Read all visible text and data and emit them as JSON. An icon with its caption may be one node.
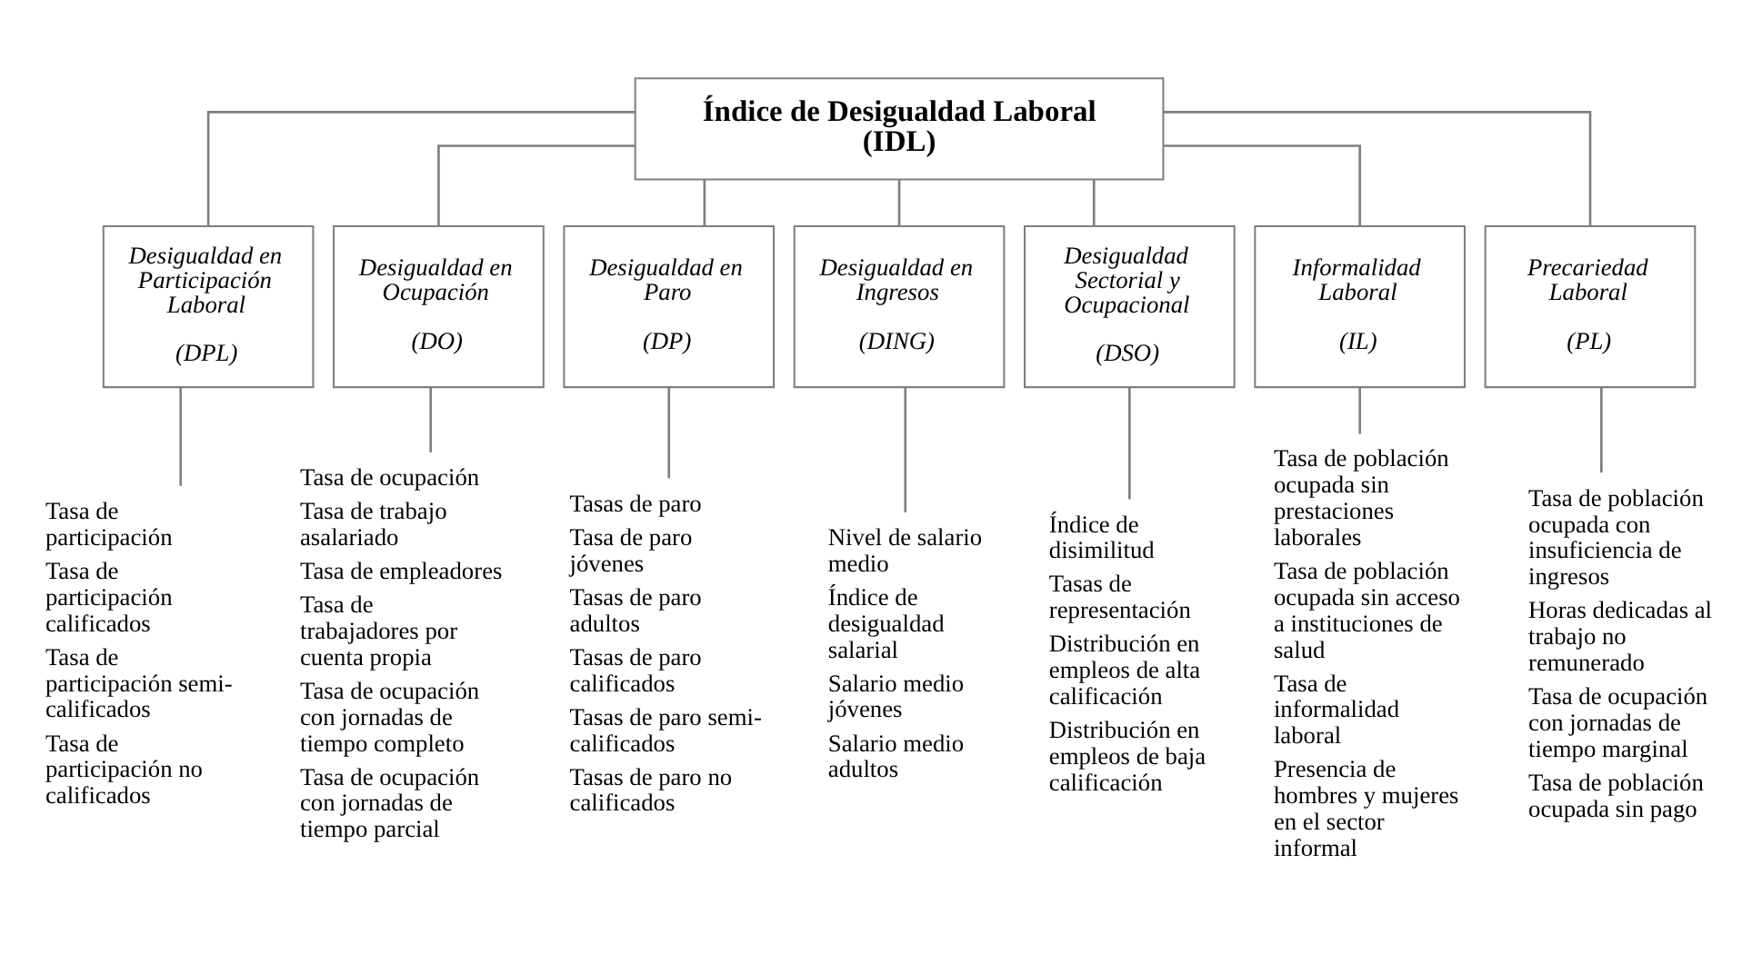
{
  "diagram": {
    "nodes": [
      {
        "text": [
          "Índice de Desigualdad Laboral",
          "(IDL)"
        ]
      },
      {
        "text": [
          "Desigualdad en Participación Laboral",
          "(DPL)"
        ]
      },
      {
        "text": [
          "Desigualdad en Ocupación",
          "(DO)"
        ]
      },
      {
        "text": [
          "Desigualdad en Paro",
          "(DP)"
        ]
      },
      {
        "text": [
          "Desigualdad en Ingresos",
          "(DING)"
        ]
      },
      {
        "text": [
          "Desigualdad Sectorial y Ocupacional",
          "(DSO)"
        ]
      },
      {
        "text": [
          "Informalidad Laboral",
          "(IL)"
        ]
      },
      {
        "text": [
          "Precariedad Laboral",
          "(PL)"
        ]
      },
      {
        "text": [
          "Tasa de participación",
          "Tasa de participación calificados",
          "Tasa de participación semi-calificados",
          "Tasa de participación no calificados"
        ]
      },
      {
        "text": [
          "Tasa de ocupación",
          "Tasa de trabajo asalariado",
          "Tasa de empleadores",
          "Tasa de trabajadores por cuenta propia",
          "Tasa de ocupación con jornadas de tiempo completo",
          "Tasa de ocupación con jornadas de tiempo parcial"
        ]
      },
      {
        "text": [
          "Tasas de paro",
          "Tasa de paro jóvenes",
          "Tasas de paro adultos",
          "Tasas de paro calificados",
          "Tasas de paro semi-calificados",
          "Tasas de paro no calificados"
        ]
      },
      {
        "text": [
          "Nivel de salario medio",
          "Índice de desigualdad salarial",
          "Salario medio jóvenes",
          "Salario medio adultos"
        ]
      },
      {
        "text": [
          "Índice de disimilitud",
          "Tasas de representación",
          "Distribución en empleos de alta calificación",
          "Distribución en empleos de baja calificación"
        ]
      },
      {
        "text": [
          "Tasa de población ocupada sin prestaciones laborales",
          "Tasa de población ocupada sin acceso a instituciones de salud",
          "Tasa de informalidad laboral",
          "Presencia de hombres y mujeres en el sector informal"
        ]
      },
      {
        "text": [
          "Tasa de población ocupada con insuficiencia de ingresos",
          "Horas dedicadas al trabajo no remunerado",
          "Tasa de ocupación con jornadas de tiempo marginal",
          "Tasa de población ocupada sin pago"
        ]
      }
    ],
    "edges": [
      {
        "from": 0,
        "to": 1,
        "arrow": "none"
      },
      {
        "from": 0,
        "to": 2,
        "arrow": "none"
      },
      {
        "from": 0,
        "to": 3,
        "arrow": "none"
      },
      {
        "from": 0,
        "to": 4,
        "arrow": "none"
      },
      {
        "from": 0,
        "to": 5,
        "arrow": "none"
      },
      {
        "from": 0,
        "to": 6,
        "arrow": "none"
      },
      {
        "from": 0,
        "to": 7,
        "arrow": "none"
      },
      {
        "from": 1,
        "to": 8,
        "arrow": "none"
      },
      {
        "from": 2,
        "to": 9,
        "arrow": "none"
      },
      {
        "from": 3,
        "to": 10,
        "arrow": "none"
      },
      {
        "from": 4,
        "to": 11,
        "arrow": "none"
      },
      {
        "from": 5,
        "to": 12,
        "arrow": "none"
      },
      {
        "from": 6,
        "to": 13,
        "arrow": "none"
      },
      {
        "from": 7,
        "to": 14,
        "arrow": "none"
      }
    ]
  }
}
